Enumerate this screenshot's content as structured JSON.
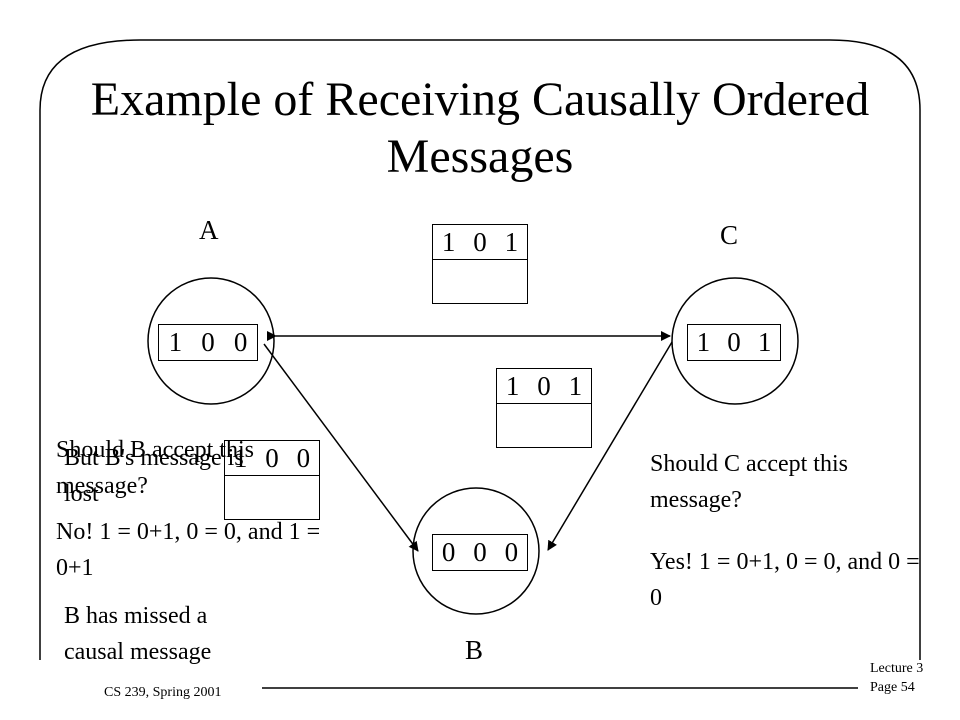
{
  "title": "Example of Receiving Causally Ordered Messages",
  "nodes": {
    "a": {
      "label": "A",
      "vector": [
        "1",
        "0",
        "0"
      ]
    },
    "b": {
      "label": "B",
      "vector": [
        "0",
        "0",
        "0"
      ]
    },
    "c": {
      "label": "C",
      "vector": [
        "1",
        "0",
        "1"
      ]
    }
  },
  "messages": {
    "top": [
      "1",
      "0",
      "1"
    ],
    "middle": [
      "1",
      "0",
      "1"
    ],
    "lost": [
      "1",
      "0",
      "0"
    ]
  },
  "notes": {
    "lost_message": "But B's message is lost",
    "b_question": "Should B accept this message?",
    "b_answer": "No!  1 = 0+1, 0 = 0, and 1 = 0+1",
    "b_missed": "B has missed a causal message",
    "c_question": "Should C accept this message?",
    "c_answer": "Yes!  1 = 0+1, 0 = 0, and 0 = 0"
  },
  "footer": {
    "course": "CS 239, Spring 2001",
    "lecture": "Lecture 3",
    "page": "Page 54"
  }
}
